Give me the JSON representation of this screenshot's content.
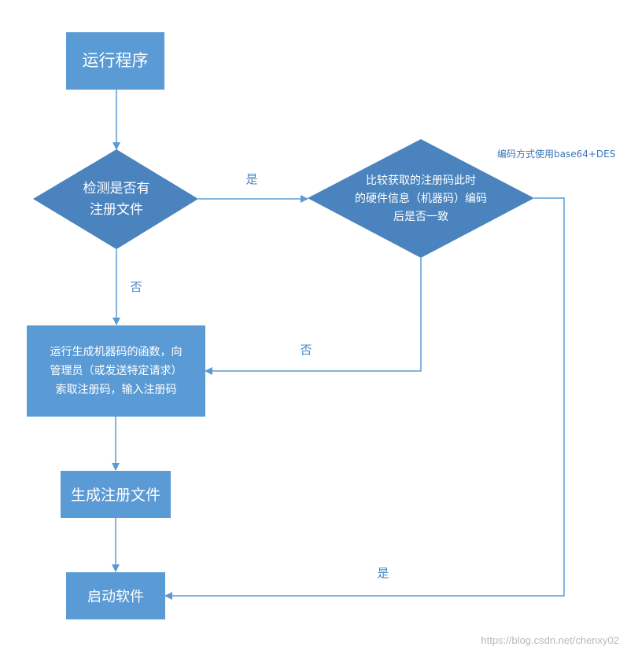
{
  "nodes": {
    "start": "运行程序",
    "check_file": [
      "检测是否有",
      "注册文件"
    ],
    "compare": [
      "比较获取的注册码此时",
      "的硬件信息（机器码）编码",
      "后是否一致"
    ],
    "generate_request": [
      "运行生成机器码的函数，向",
      "管理员（或发送特定请求）",
      "索取注册码，输入注册码"
    ],
    "create_file": "生成注册文件",
    "launch": "启动软件"
  },
  "edge_labels": {
    "check_yes": "是",
    "check_no": "否",
    "compare_no": "否",
    "compare_yes": "是"
  },
  "note": "编码方式使用base64+DES",
  "watermark": "https://blog.csdn.net/chenxy02",
  "colors": {
    "box_fill": "#5b9bd5",
    "diamond_fill": "#4a83bd",
    "line": "#5b9bd5",
    "label": "#4a86c5"
  }
}
